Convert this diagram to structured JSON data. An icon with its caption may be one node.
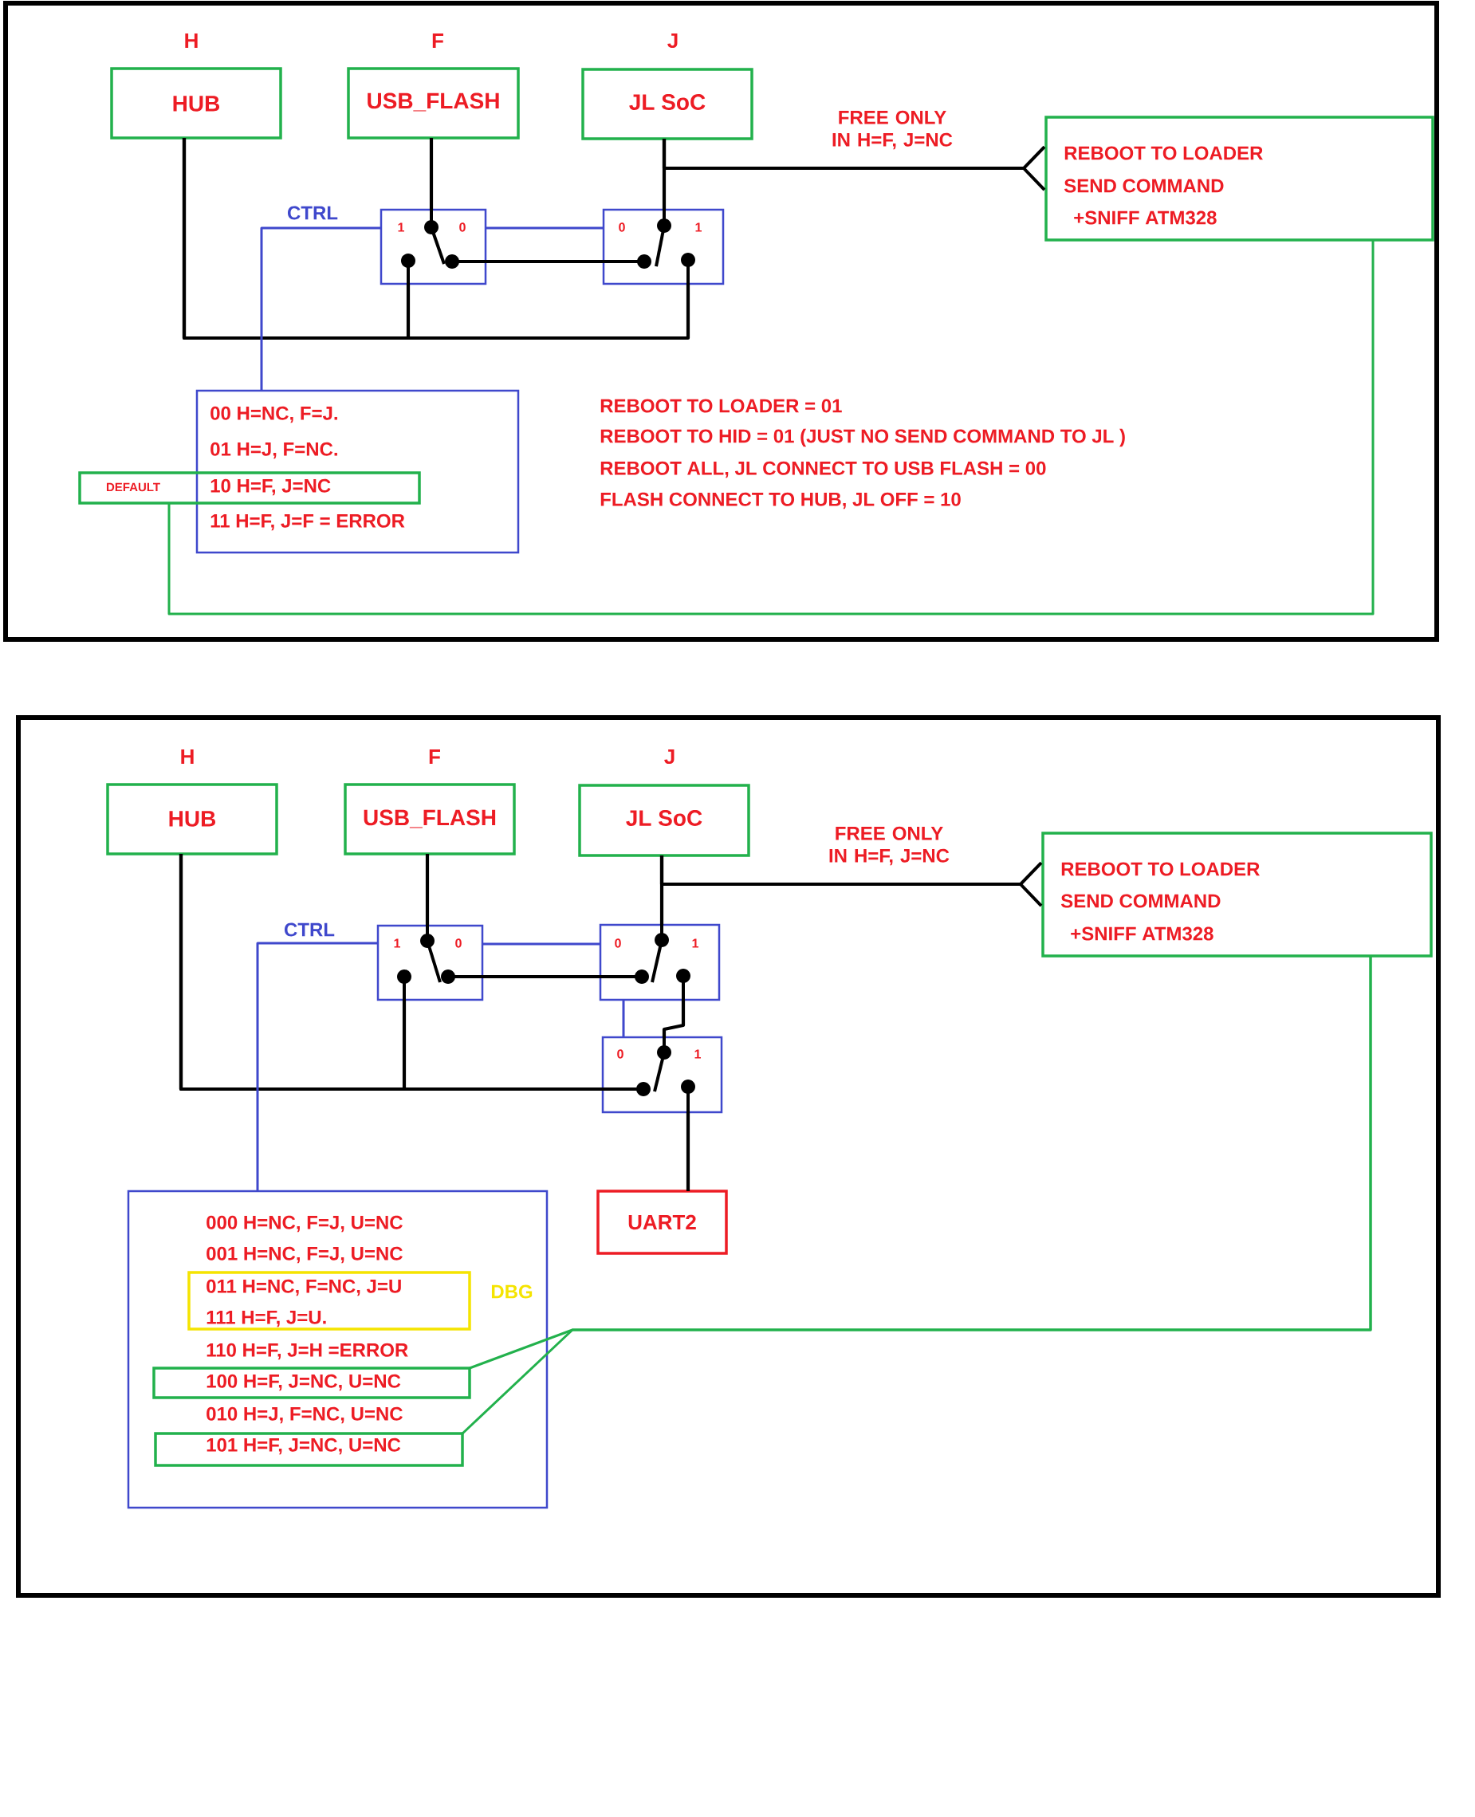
{
  "diagram": {
    "nodes": [
      {
        "text": [
          "HUB"
        ],
        "beside": [
          "H"
        ]
      },
      {
        "text": [
          "USB_FLASH"
        ],
        "beside": [
          "F"
        ]
      },
      {
        "text": [
          "JL SoC"
        ],
        "beside": [
          "J"
        ]
      },
      {
        "text": [
          "REBOOT TO LOADER",
          "SEND COMMAND",
          "+SNIFF ATM328"
        ]
      },
      {
        "text": [
          "1",
          "0"
        ]
      },
      {
        "text": [
          "0",
          "1"
        ]
      },
      {
        "text": [
          "00 H=NC, F=J.",
          "01 H=J, F=NC.",
          "11 H=F, J=F = ERROR"
        ]
      },
      {
        "text": [
          "DEFAULT",
          "10 H=F, J=NC"
        ]
      },
      {
        "text": [
          "HUB"
        ],
        "beside": [
          "H"
        ]
      },
      {
        "text": [
          "USB_FLASH"
        ],
        "beside": [
          "F"
        ]
      },
      {
        "text": [
          "JL SoC"
        ],
        "beside": [
          "J"
        ]
      },
      {
        "text": [
          "REBOOT TO LOADER",
          "SEND COMMAND",
          "+SNIFF ATM328"
        ]
      },
      {
        "text": [
          "1",
          "0"
        ]
      },
      {
        "text": [
          "0",
          "1"
        ]
      },
      {
        "text": [
          "0",
          "1"
        ]
      },
      {
        "text": [
          "UART2"
        ]
      },
      {
        "text": [
          "000 H=NC, F=J, U=NC",
          "001 H=NC, F=J, U=NC",
          "110 H=F, J=H =ERROR",
          "010 H=J, F=NC, U=NC"
        ]
      },
      {
        "text": [
          "011 H=NC, F=NC, J=U",
          "111 H=F, J=U."
        ],
        "beside": [
          "DBG"
        ],
        "in": 16
      },
      {
        "text": [
          "100 H=F, J=NC, U=NC"
        ],
        "in": 16
      },
      {
        "text": [
          "101 H=F, J=NC, U=NC"
        ],
        "in": 16
      }
    ],
    "edges": [
      {
        "from": 0,
        "to": 4,
        "arrow": "none"
      },
      {
        "from": 0,
        "to": 5,
        "arrow": "none"
      },
      {
        "from": 1,
        "to": 4,
        "arrow": "none"
      },
      {
        "from": 2,
        "to": 5,
        "arrow": "none"
      },
      {
        "from": 4,
        "to": 5,
        "arrow": "none"
      },
      {
        "from": 4,
        "to": 5,
        "arrow": "none",
        "color": "#3f48cc"
      },
      {
        "from": 6,
        "to": 4,
        "arrow": "none",
        "color": "#3f48cc",
        "label": "CTRL"
      },
      {
        "from": 2,
        "to": 3,
        "arrow": "other",
        "label": "FREE ONLY IN H=F, J=NC"
      },
      {
        "from": 7,
        "to": 3,
        "arrow": "none",
        "color": "#22b14c"
      },
      {
        "from": 8,
        "to": 12,
        "arrow": "none"
      },
      {
        "from": 8,
        "to": 14,
        "arrow": "none"
      },
      {
        "from": 9,
        "to": 12,
        "arrow": "none"
      },
      {
        "from": 10,
        "to": 13,
        "arrow": "none"
      },
      {
        "from": 12,
        "to": 13,
        "arrow": "none"
      },
      {
        "from": 12,
        "to": 13,
        "arrow": "none",
        "color": "#3f48cc"
      },
      {
        "from": 16,
        "to": 12,
        "arrow": "none",
        "color": "#3f48cc",
        "label": "CTRL"
      },
      {
        "from": 13,
        "to": 14,
        "arrow": "none",
        "color": "#3f48cc"
      },
      {
        "from": 13,
        "to": 14,
        "arrow": "none"
      },
      {
        "from": 14,
        "to": 15,
        "arrow": "none"
      },
      {
        "from": 10,
        "to": 11,
        "arrow": "other",
        "label": "FREE ONLY IN H=F, J=NC"
      },
      {
        "from": 18,
        "to": 11,
        "arrow": "none",
        "color": "#22b14c"
      },
      {
        "from": 19,
        "to": 11,
        "arrow": "none",
        "color": "#22b14c"
      }
    ],
    "labels": [
      "REBOOT TO LOADER = 01",
      "REBOOT TO HID = 01 (JUST NO SEND COMMAND TO JL )",
      "REBOOT ALL, JL CONNECT TO USB FLASH = 00",
      "FLASH CONNECT TO HUB, JL OFF = 10"
    ]
  }
}
